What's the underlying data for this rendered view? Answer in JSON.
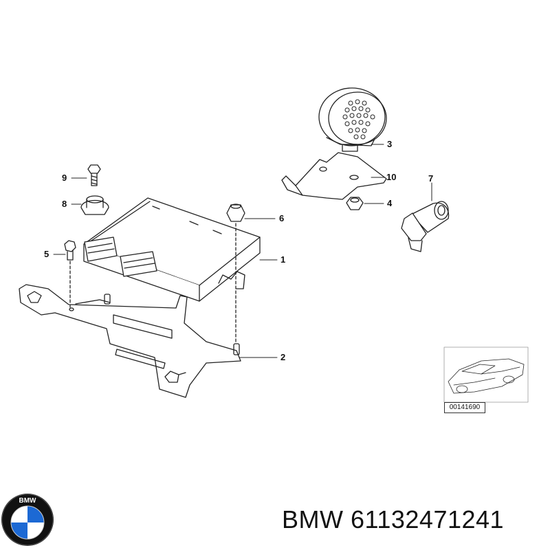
{
  "callouts": {
    "c1": "1",
    "c2": "2",
    "c3": "3",
    "c4": "4",
    "c5": "5",
    "c6": "6",
    "c7": "7",
    "c8": "8",
    "c9": "9",
    "c10": "10"
  },
  "thumbnail": {
    "code": "00141690"
  },
  "catalog": {
    "brand": "BMW",
    "part_number": "61132471241",
    "logo_letters": "BMW"
  },
  "colors": {
    "line": "#222222",
    "logo_blue": "#1c69d4",
    "logo_ring": "#111111"
  }
}
